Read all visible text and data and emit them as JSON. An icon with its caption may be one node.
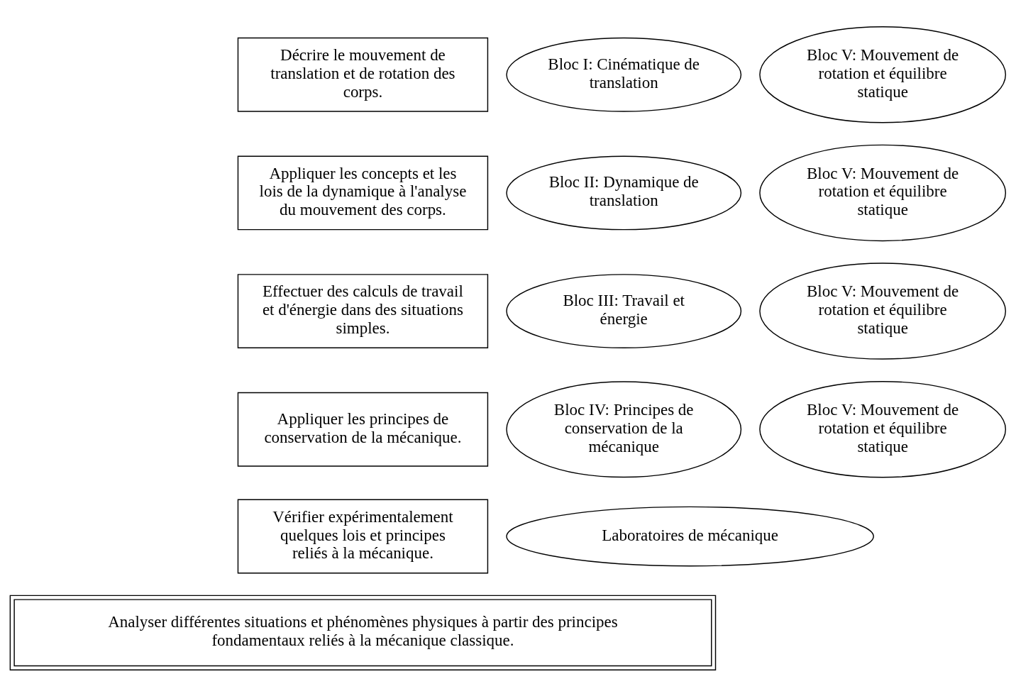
{
  "diagram": {
    "nodes": [
      {
        "text": [
          "Décrire le mouvement de translation et de rotation des corps."
        ]
      },
      {
        "text": [
          "Bloc I: Cinématique de translation"
        ]
      },
      {
        "text": [
          "Bloc V: Mouvement de rotation et équilibre statique"
        ]
      },
      {
        "text": [
          "Appliquer les concepts et les lois de la dynamique à l'analyse du mouvement des corps."
        ]
      },
      {
        "text": [
          "Bloc II: Dynamique de translation"
        ]
      },
      {
        "text": [
          "Bloc V: Mouvement de rotation et équilibre statique"
        ]
      },
      {
        "text": [
          "Effectuer des calculs de travail et d'énergie dans des situations simples."
        ]
      },
      {
        "text": [
          "Bloc III: Travail et énergie"
        ]
      },
      {
        "text": [
          "Bloc V: Mouvement de rotation et équilibre statique"
        ]
      },
      {
        "text": [
          "Appliquer les principes de conservation de la mécanique."
        ]
      },
      {
        "text": [
          "Bloc IV: Principes de conservation de la mécanique"
        ]
      },
      {
        "text": [
          "Bloc V: Mouvement de rotation et équilibre statique"
        ]
      },
      {
        "text": [
          "Vérifier expérimentalement quelques lois et principes reliés à la mécanique."
        ]
      },
      {
        "text": [
          "Laboratoires de mécanique"
        ]
      },
      {
        "text": [
          "Analyser différentes situations et phénomènes physiques à partir des principes fondamentaux reliés à la mécanique classique."
        ]
      }
    ],
    "edges": []
  }
}
